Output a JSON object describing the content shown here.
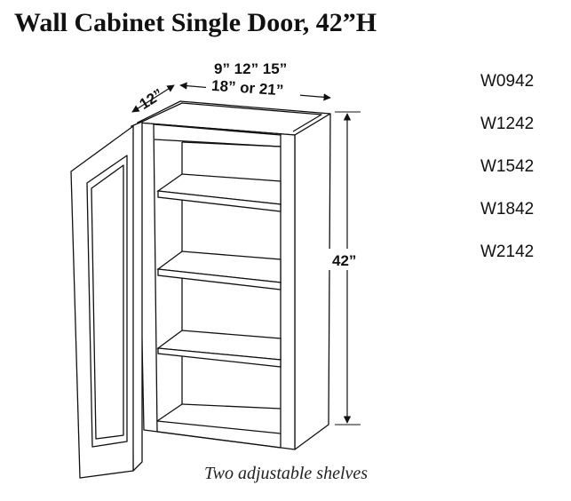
{
  "title": "Wall Cabinet Single Door, 42”H",
  "dimensions": {
    "depth": "12”",
    "widths_line1": "9” 12” 15”",
    "widths_line2": "18” or 21”",
    "height": "42”"
  },
  "models": [
    "W0942",
    "W1242",
    "W1542",
    "W1842",
    "W2142"
  ],
  "caption": "Two adjustable shelves",
  "colors": {
    "line": "#111111",
    "panel": "#ffffff"
  }
}
